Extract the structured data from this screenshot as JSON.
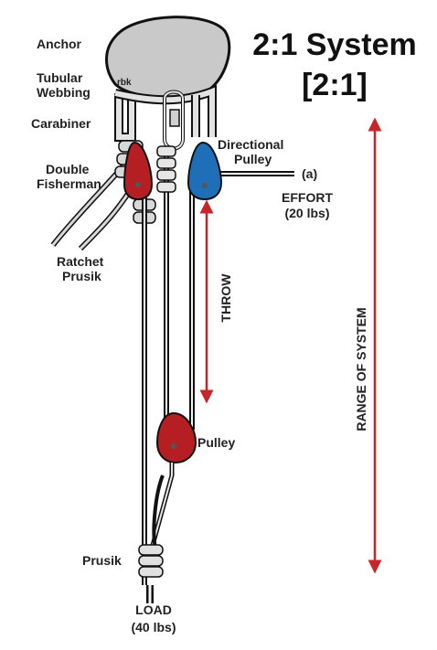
{
  "title": {
    "line1": "2:1 System",
    "line2": "[2:1]"
  },
  "labels": {
    "anchor": "Anchor",
    "tubular_webbing_1": "Tubular",
    "tubular_webbing_2": "Webbing",
    "rbk": "rbk",
    "carabiner": "Carabiner",
    "double_fisherman_1": "Double",
    "double_fisherman_2": "Fisherman",
    "ratchet_prusik_1": "Ratchet",
    "ratchet_prusik_2": "Prusik",
    "directional_pulley_1": "Directional",
    "directional_pulley_2": "Pulley",
    "rope_end": "(a)",
    "effort_1": "EFFORT",
    "effort_2": "(20 lbs)",
    "throw": "THROW",
    "range": "RANGE OF SYSTEM",
    "pulley": "Pulley",
    "prusik": "Prusik",
    "load_1": "LOAD",
    "load_2": "(40 lbs)"
  },
  "colors": {
    "red_pulley": "#b51f24",
    "blue_pulley": "#1f6fb8",
    "arrow": "#c8252b",
    "anchor_rock": "#c9c9c9",
    "webbing": "#e3e3e3",
    "rope": "#1a1a1a"
  }
}
